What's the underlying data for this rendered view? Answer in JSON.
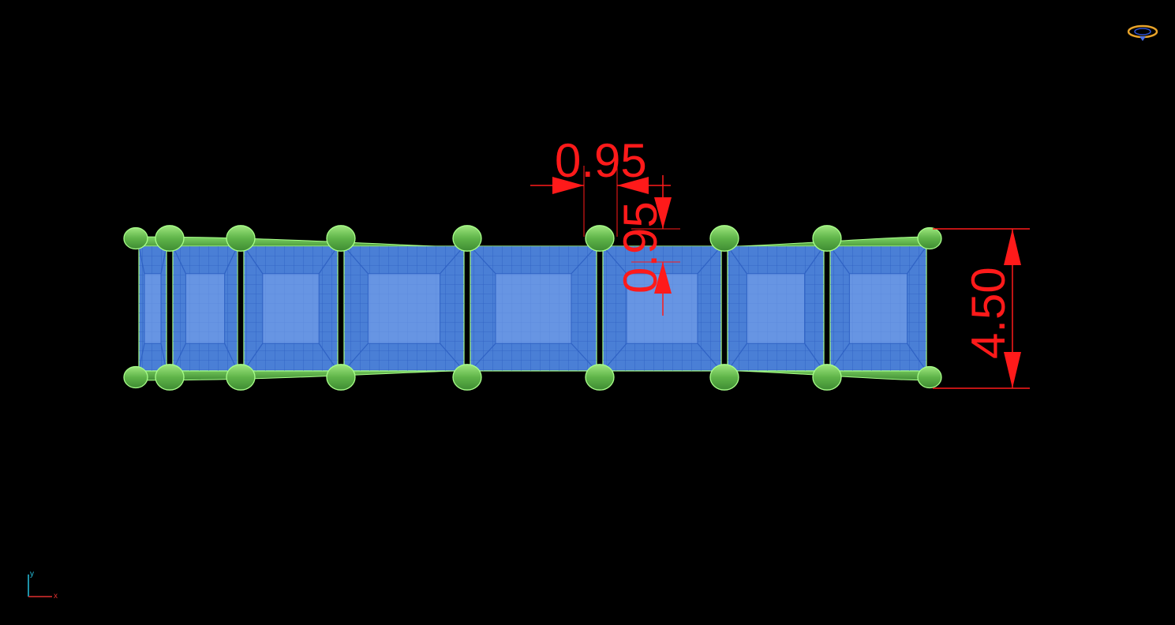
{
  "viewport": {
    "background": "#000000"
  },
  "dimensions": {
    "gap_width": "0.95",
    "gap_height": "0.95",
    "band_height": "4.50",
    "color": "#ff1a1a"
  },
  "model": {
    "stone_count": 8,
    "prong_pairs": 9,
    "stone_color": "#4a7fd6",
    "stone_wire_color": "#2f62c4",
    "prong_color": "#6fc45a",
    "prong_outline_color": "#a8ff8a"
  },
  "axis_triad": {
    "y_label": "y",
    "x_label": "x",
    "y_color": "#27c3e0",
    "x_color": "#e03030"
  },
  "view_cube": {
    "icon": "view-cube-icon",
    "color": "#e8a32a"
  }
}
